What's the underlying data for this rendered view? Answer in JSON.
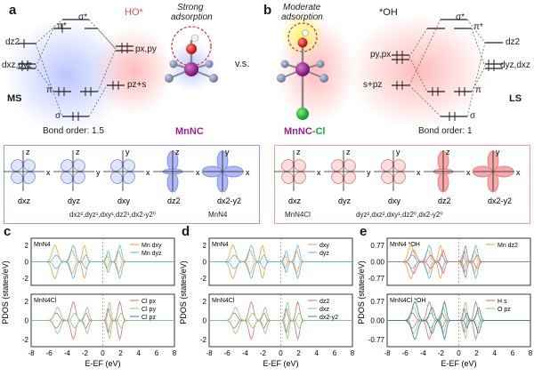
{
  "panel_a": {
    "letter": "a",
    "ho_label": "HO*",
    "adsorption_label_1": "Strong",
    "adsorption_label_2": "adsorption",
    "state": "MS",
    "bond_order": "Bond order: 1.5",
    "molecule": "MnNC",
    "levels_left": [
      "d",
      "d",
      "d"
    ],
    "level_labels": {
      "sigma_star": "σ*",
      "pi_star": "π*",
      "dz2": "dz2",
      "dxzdyz": "dxz,dyz",
      "pxpy": "px,py",
      "pi": "π",
      "pzs": "pz+s",
      "sigma": "σ"
    }
  },
  "vs_label": "v.s.",
  "panel_b": {
    "letter": "b",
    "adsorption_label_1": "Moderate",
    "adsorption_label_2": "adsorption",
    "oh_label": "*OH",
    "state": "LS",
    "bond_order": "Bond order: 1",
    "molecule": "MnNC-Cl",
    "level_labels": {
      "sigma_star": "σ*",
      "pi_star": "π*",
      "pypx": "py,px",
      "dz2": "dz2",
      "dyzdxz": "dyz,dxz",
      "spz": "s+pz",
      "pi": "π",
      "sigma": "σ"
    }
  },
  "orbitals_left": {
    "items": [
      {
        "axis_v": "z",
        "axis_h": "x",
        "label": "dxz"
      },
      {
        "axis_v": "z",
        "axis_h": "y",
        "label": "dyz"
      },
      {
        "axis_v": "y",
        "axis_h": "x",
        "label": "dxy"
      },
      {
        "axis_v": "z",
        "axis_h": "x",
        "label": "dz2"
      },
      {
        "axis_v": "y",
        "axis_h": "x",
        "label": "dx2-y2"
      }
    ],
    "config": "dxz²,dyz¹,dxy¹,dz2¹,dx2-y2⁰",
    "name": "MnN4"
  },
  "orbitals_right": {
    "items": [
      {
        "axis_v": "z",
        "axis_h": "x",
        "label": "dxz"
      },
      {
        "axis_v": "z",
        "axis_h": "y",
        "label": "dyz"
      },
      {
        "axis_v": "y",
        "axis_h": "x",
        "label": "dxy"
      },
      {
        "axis_v": "z",
        "axis_h": "x",
        "label": "dz2"
      },
      {
        "axis_v": "y",
        "axis_h": "x",
        "label": "dx2-y2"
      }
    ],
    "name": "MnN4Cl",
    "config": "dyz²,dxz²,dxy¹,dz2⁰,dx2-y2⁰"
  },
  "panel_c": {
    "letter": "c",
    "ylabel": "PDOS (states/eV)",
    "xlabel": "E-EF (eV)",
    "top_title": "MnN4",
    "bottom_title": "MnN4Cl",
    "legend_top": [
      "Mn dxy",
      "Mn dyz"
    ],
    "legend_bottom": [
      "Cl px",
      "Cl py",
      "Cl pz"
    ],
    "xticks": [
      "-8",
      "-6",
      "-4",
      "-2",
      "0",
      "2",
      "4",
      "6",
      "8"
    ],
    "yticks_top": [
      "2",
      "0",
      "-2"
    ],
    "yticks_bottom": [
      "2",
      "0",
      "-2"
    ]
  },
  "panel_d": {
    "letter": "d",
    "ylabel": "PDOS (states/eV)",
    "xlabel": "E-EF (eV)",
    "top_title": "MnN4",
    "bottom_title": "MnN4Cl",
    "legend": [
      "dxy",
      "dyz",
      "dz2",
      "dxz",
      "dx2-y2"
    ],
    "xticks": [
      "-8",
      "-6",
      "-4",
      "-2",
      "0",
      "2",
      "4",
      "6",
      "8"
    ],
    "yticks_top": [
      "2",
      "0",
      "-2"
    ],
    "yticks_bottom": [
      "2",
      "0",
      "-2"
    ]
  },
  "panel_e": {
    "letter": "e",
    "ylabel": "PDOS (states/eV)",
    "xlabel": "E-EF (eV)",
    "top_title": "MnN4",
    "top_oh": "*OH",
    "bottom_title": "MnN4Cl",
    "bottom_oh": "*OH",
    "legend": [
      "Mn dz2",
      "H s",
      "O pz"
    ],
    "xticks": [
      "-8",
      "-6",
      "-4",
      "-2",
      "0",
      "2",
      "4",
      "6",
      "8"
    ],
    "yticks_top": [
      "0.77",
      "0.00",
      "-0.77"
    ],
    "yticks_bottom": [
      "0.77",
      "0.00",
      "-0.77"
    ]
  },
  "colors": {
    "blue_glow": "#9aa8ff",
    "red_glow": "#ff9a9a",
    "orbital_blue": "#8ea1f0",
    "orbital_red": "#f39a9a",
    "mnnc_purple": "#a0208c",
    "cl_green": "#1aa83a"
  }
}
